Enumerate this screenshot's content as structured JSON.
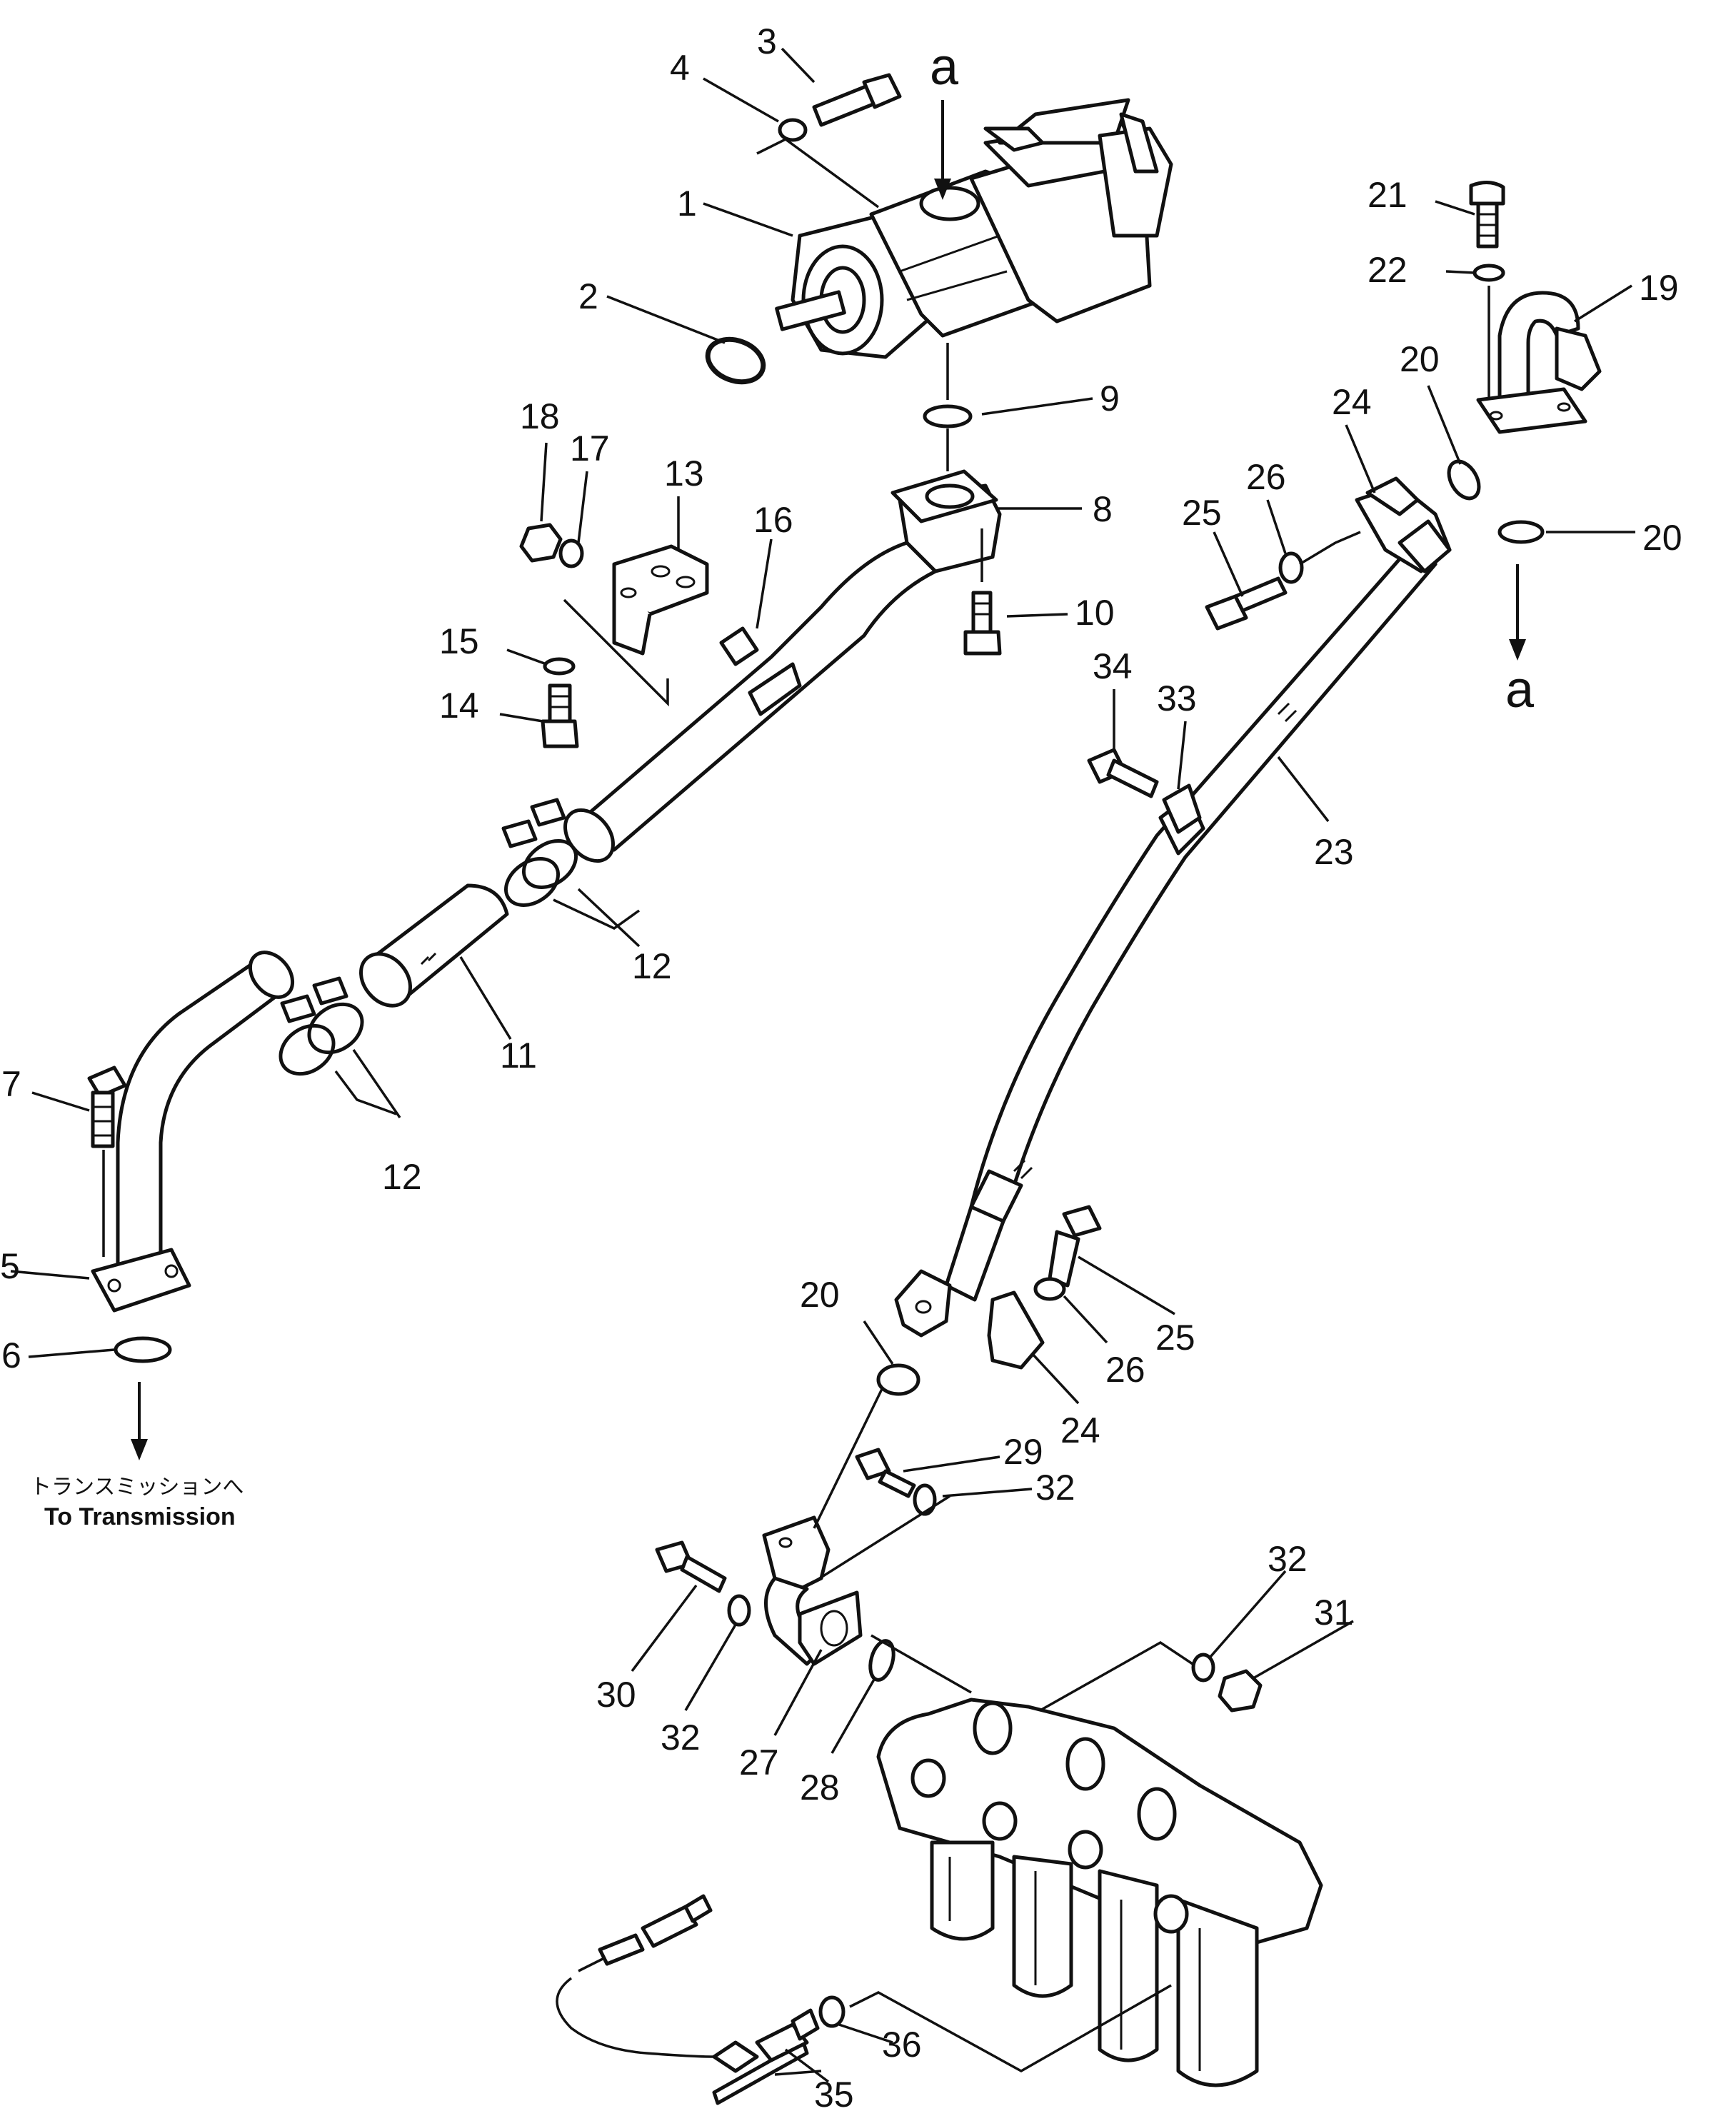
{
  "labels": {
    "p1": "1",
    "p2": "2",
    "p3": "3",
    "p4": "4",
    "p5": "5",
    "p6": "6",
    "p7": "7",
    "p8": "8",
    "p9": "9",
    "p10": "10",
    "p11": "11",
    "p12a": "12",
    "p12b": "12",
    "p13": "13",
    "p14": "14",
    "p15": "15",
    "p16": "16",
    "p17": "17",
    "p18": "18",
    "p19": "19",
    "p20a": "20",
    "p20b": "20",
    "p20c": "20",
    "p21": "21",
    "p22": "22",
    "p23": "23",
    "p24a": "24",
    "p24b": "24",
    "p25a": "25",
    "p25b": "25",
    "p26a": "26",
    "p26b": "26",
    "p27": "27",
    "p28": "28",
    "p29": "29",
    "p30": "30",
    "p31": "31",
    "p32a": "32",
    "p32b": "32",
    "p32c": "32",
    "p33": "33",
    "p34": "34",
    "p35": "35",
    "p36": "36"
  },
  "refs": {
    "a_top": "a",
    "a_right": "a"
  },
  "notes": {
    "jp": "トランスミッションへ",
    "en": "To Transmission"
  }
}
